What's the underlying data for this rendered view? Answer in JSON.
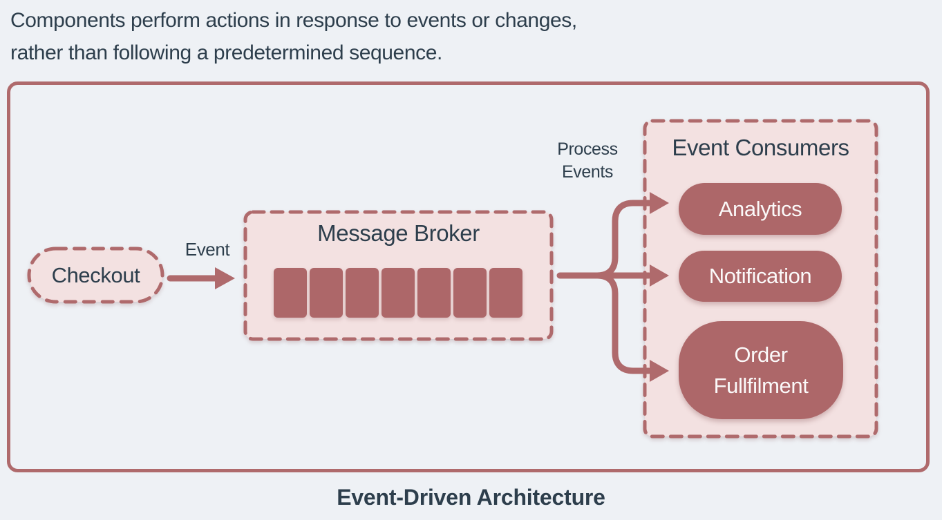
{
  "colors": {
    "background": "#eef1f5",
    "accent": "#af6a6c",
    "accent-fill": "#ad6769",
    "pink-fill": "#f3e1e1",
    "text-dark": "#2d3e4c",
    "text-light": "#fbf9f9"
  },
  "description": {
    "line1": "Components perform actions in response to events or changes,",
    "line2": "rather than following a predetermined sequence."
  },
  "diagram": {
    "checkout_label": "Checkout",
    "event_arrow_label": "Event",
    "message_broker": {
      "title": "Message Broker",
      "queue_slot_count": 7
    },
    "process_events_label": {
      "line1": "Process",
      "line2": "Events"
    },
    "event_consumers": {
      "title": "Event Consumers",
      "consumers": [
        "Analytics",
        "Notification",
        "Order Fullfilment"
      ]
    }
  },
  "caption": "Event-Driven Architecture"
}
